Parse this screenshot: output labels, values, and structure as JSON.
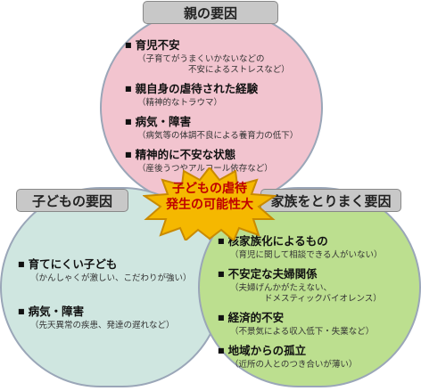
{
  "parent": {
    "title": "親の要因",
    "items": [
      {
        "head": "育児不安",
        "sub": "（子育てがうまくいかないなどの\n　　　　　　不安によるストレスなど）"
      },
      {
        "head": "親自身の虐待された経験",
        "sub": "（精神的なトラウマ）"
      },
      {
        "head": "病気・障害",
        "sub": "（病気等の体調不良による養育力の低下）"
      },
      {
        "head": "精神的に不安な状態",
        "sub": "（産後うつやアルコール依存など）"
      }
    ]
  },
  "child": {
    "title": "子どもの要因",
    "items": [
      {
        "head": "育てにくい子ども",
        "sub": "（かんしゃくが激しい、こだわりが強い）"
      },
      {
        "head": "病気・障害",
        "sub": "（先天異常の疾患、発達の遅れなど）"
      }
    ]
  },
  "env": {
    "title": "家族をとりまく要因",
    "items": [
      {
        "head": "核家族化によるもの",
        "sub": "（育児に関して相談できる人がいない）"
      },
      {
        "head": "不安定な夫婦関係",
        "sub": "（夫婦げんかがたえない、\n　　　　ドメスティックバイオレンス）"
      },
      {
        "head": "経済的不安",
        "sub": "（不景気による収入低下・失業など）"
      },
      {
        "head": "地域からの孤立",
        "sub": "（近所の人とのつき合いが薄い）"
      }
    ]
  },
  "center": {
    "line1": "子どもの虐待",
    "line2": "発生の可能性大",
    "star_fill": "#f5b800",
    "star_stroke": "#c98a00"
  },
  "colors": {
    "parent_circle": "#f2c4cf",
    "child_circle": "#cfe6e0",
    "env_circle": "#bcdf8f",
    "title_bg": "#c8c8c8",
    "center_text": "#c00000"
  }
}
